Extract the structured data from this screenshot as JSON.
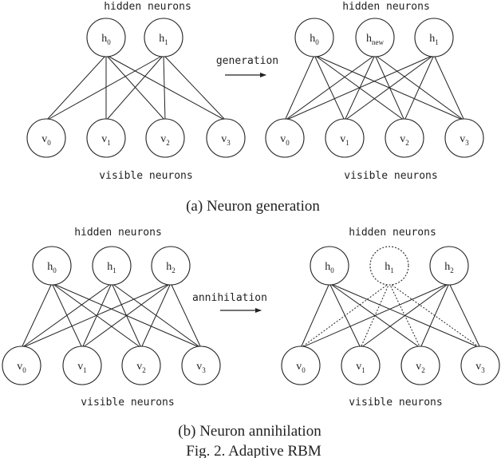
{
  "panels": [
    {
      "id": "a",
      "top_label": "hidden neurons",
      "bottom_label": "visible neurons",
      "caption": "(a)  Neuron generation",
      "before": {
        "hidden": [
          {
            "b": "h",
            "s": "0"
          },
          {
            "b": "h",
            "s": "1"
          }
        ],
        "visible": [
          {
            "b": "v",
            "s": "0"
          },
          {
            "b": "v",
            "s": "1"
          },
          {
            "b": "v",
            "s": "2"
          },
          {
            "b": "v",
            "s": "3"
          }
        ]
      },
      "arrow_label": "generation",
      "after": {
        "hidden": [
          {
            "b": "h",
            "s": "0"
          },
          {
            "b": "h",
            "s": "new"
          },
          {
            "b": "h",
            "s": "1"
          }
        ],
        "visible": [
          {
            "b": "v",
            "s": "0"
          },
          {
            "b": "v",
            "s": "1"
          },
          {
            "b": "v",
            "s": "2"
          },
          {
            "b": "v",
            "s": "3"
          }
        ]
      }
    },
    {
      "id": "b",
      "top_label": "hidden neurons",
      "bottom_label": "visible neurons",
      "caption": "(b)  Neuron annihilation",
      "before": {
        "hidden": [
          {
            "b": "h",
            "s": "0"
          },
          {
            "b": "h",
            "s": "1"
          },
          {
            "b": "h",
            "s": "2"
          }
        ],
        "visible": [
          {
            "b": "v",
            "s": "0"
          },
          {
            "b": "v",
            "s": "1"
          },
          {
            "b": "v",
            "s": "2"
          },
          {
            "b": "v",
            "s": "3"
          }
        ]
      },
      "arrow_label": "annihilation",
      "after": {
        "hidden": [
          {
            "b": "h",
            "s": "0"
          },
          {
            "b": "h",
            "s": "1",
            "removed": true
          },
          {
            "b": "h",
            "s": "2"
          }
        ],
        "visible": [
          {
            "b": "v",
            "s": "0"
          },
          {
            "b": "v",
            "s": "1"
          },
          {
            "b": "v",
            "s": "2"
          },
          {
            "b": "v",
            "s": "3"
          }
        ]
      }
    }
  ],
  "figure_caption": "Fig. 2.   Adaptive RBM"
}
